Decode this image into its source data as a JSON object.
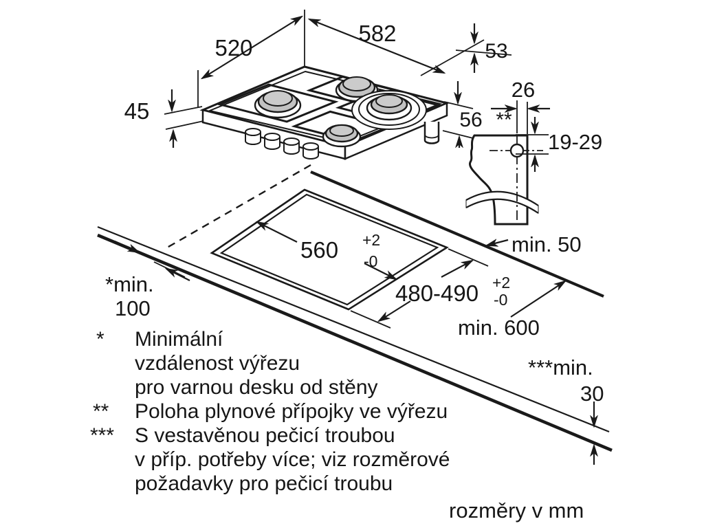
{
  "units_note": "rozměry v mm",
  "colors": {
    "line": "#1a1a1a",
    "burner_cap": "#c2c2c2",
    "burner_cap_top": "#cbcbcb",
    "background": "#ffffff"
  },
  "dims": {
    "width": "582",
    "depth": "520",
    "edge_height": "53",
    "corner_height": "56",
    "body_height": "45",
    "gas_x": "26",
    "gas_y": "19-29",
    "gas_marker": "**",
    "cutout_w": "560",
    "cutout_d": "480-490",
    "tol_plus": "+2",
    "tol_minus": "-0",
    "min_back": "min. 50",
    "min_front": "min. 600",
    "min_side_label": "*min.",
    "min_side_value": "100",
    "min_thick_label": "***min.",
    "min_thick_value": "30"
  },
  "footnotes": [
    {
      "marker": "*",
      "lines": [
        "Minimální",
        "vzdálenost výřezu",
        "pro varnou desku od stěny"
      ]
    },
    {
      "marker": "**",
      "lines": [
        "Poloha plynové přípojky ve výřezu"
      ]
    },
    {
      "marker": "***",
      "lines": [
        "S vestavěnou pečicí troubou",
        "v příp. potřeby více; viz rozměrové",
        "požadavky pro pečicí troubu"
      ]
    }
  ]
}
